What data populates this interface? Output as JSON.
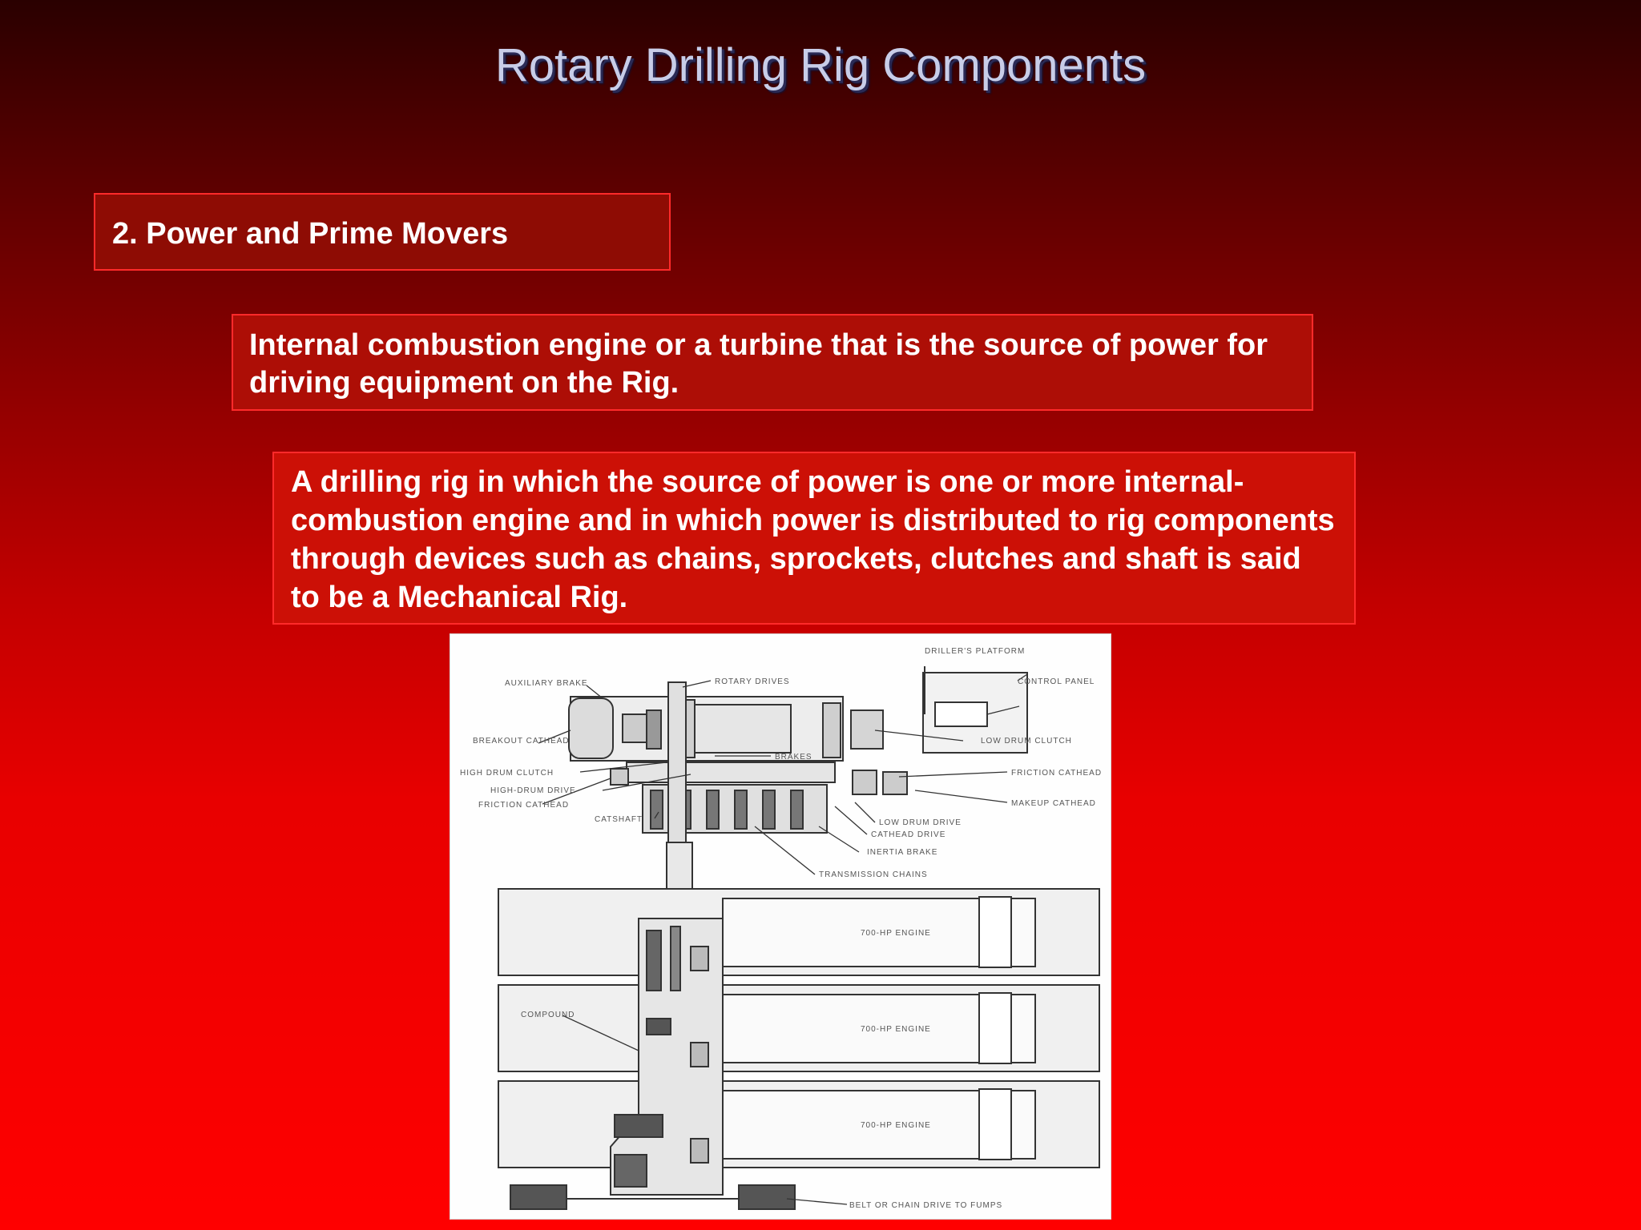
{
  "slide": {
    "title": "Rotary Drilling Rig Components",
    "heading": "2. Power and Prime Movers",
    "definition": "Internal combustion engine or a turbine that is the source of power for driving equipment on the Rig.",
    "description": "A drilling rig in which the source of power is one or more internal-combustion engine and in which power is distributed to rig components through devices such as chains, sprockets, clutches and shaft is said to be a Mechanical Rig."
  },
  "diagram": {
    "labels": {
      "drillers_platform": "DRILLER'S PLATFORM",
      "control_panel": "CONTROL PANEL",
      "auxiliary_brake": "AUXILIARY BRAKE",
      "rotary_drives": "ROTARY DRIVES",
      "breakout_cathead": "BREAKOUT CATHEAD",
      "low_drum_clutch": "LOW DRUM CLUTCH",
      "brakes": "BRAKES",
      "high_drum_clutch": "HIGH DRUM CLUTCH",
      "friction_cathead_right": "FRICTION CATHEAD",
      "high_drum_drive": "HIGH-DRUM DRIVE",
      "friction_cathead_left": "FRICTION CATHEAD",
      "makeup_cathead": "MAKEUP CATHEAD",
      "catshaft": "CATSHAFT",
      "low_drum_drive": "LOW DRUM DRIVE",
      "cathead_drive": "CATHEAD DRIVE",
      "inertia_brake": "INERTIA BRAKE",
      "transmission_chains": "TRANSMISSION CHAINS",
      "engine_1": "700-HP ENGINE",
      "engine_2": "700-HP ENGINE",
      "engine_3": "700-HP ENGINE",
      "compound": "COMPOUND",
      "belt_drive": "BELT OR CHAIN DRIVE TO FUMPS"
    }
  }
}
